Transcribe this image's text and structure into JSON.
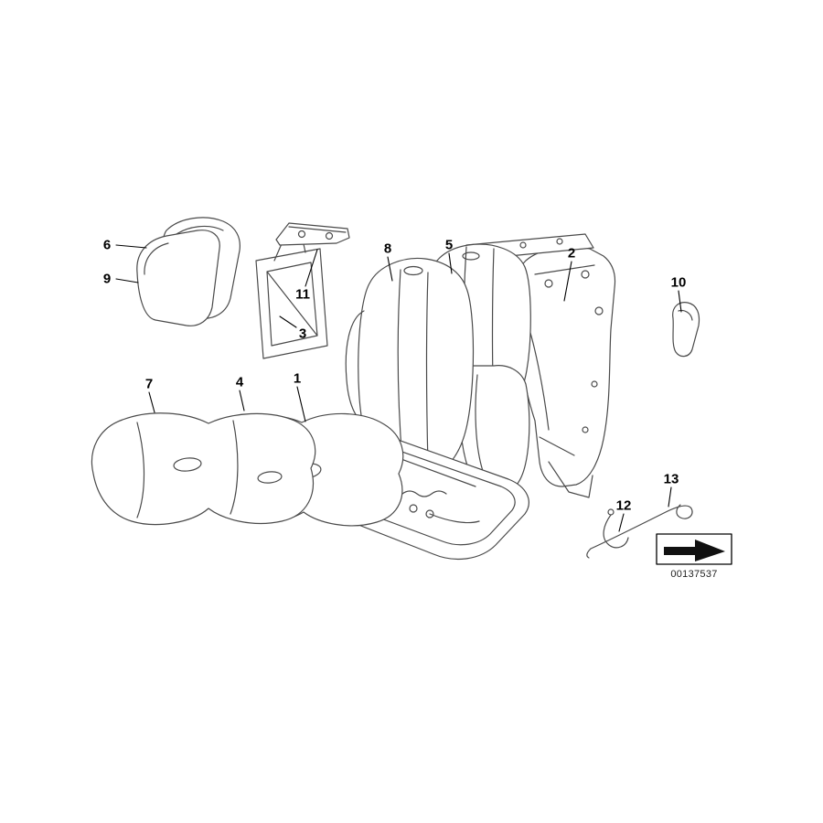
{
  "diagram": {
    "image_number": "00137537",
    "stamp_icon": "arrow-stamp-icon",
    "callouts": [
      {
        "label": "1"
      },
      {
        "label": "2"
      },
      {
        "label": "3"
      },
      {
        "label": "4"
      },
      {
        "label": "5"
      },
      {
        "label": "6"
      },
      {
        "label": "7"
      },
      {
        "label": "8"
      },
      {
        "label": "9"
      },
      {
        "label": "10"
      },
      {
        "label": "11"
      },
      {
        "label": "12"
      },
      {
        "label": "13"
      }
    ]
  }
}
